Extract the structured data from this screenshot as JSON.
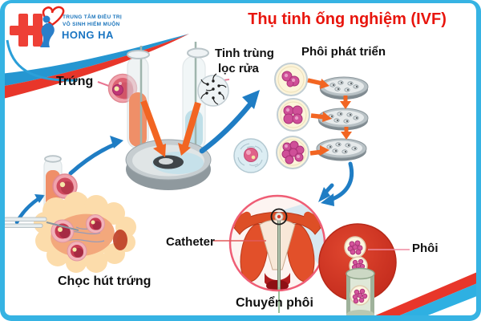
{
  "logo": {
    "line1": "TRUNG TÂM ĐIỀU TRỊ",
    "line2": "VÔ SINH HIẾM MUỘN",
    "brand": "HONG HA"
  },
  "title": "Thụ tinh ống nghiệm (IVF)",
  "labels": {
    "egg": "Trứng",
    "sperm_wash_line1": "Tinh trùng",
    "sperm_wash_line2": "lọc rửa",
    "embryo_development": "Phôi phát triển",
    "egg_retrieval": "Chọc hút trứng",
    "catheter": "Catheter",
    "embryo_transfer": "Chuyển phôi",
    "embryo": "Phôi"
  },
  "colors": {
    "frame": "#36b3e3",
    "title_red": "#e8150d",
    "logo_blue": "#1b75bc",
    "logo_red": "#ee4036",
    "label_black": "#101010",
    "arrow_orange": "#f26522",
    "arrow_blue": "#1f7dc4",
    "egg_pink": "#dd6374",
    "embryo_magenta": "#d4549c",
    "ovary_cream": "#fcdcab",
    "uterus_orange": "#e2502a",
    "transfer_circle_red": "#d23a28"
  },
  "icons": {
    "logo_mark": "medical-cross-with-pregnant-woman-and-heart",
    "scene": "ivf-process-diagram"
  }
}
